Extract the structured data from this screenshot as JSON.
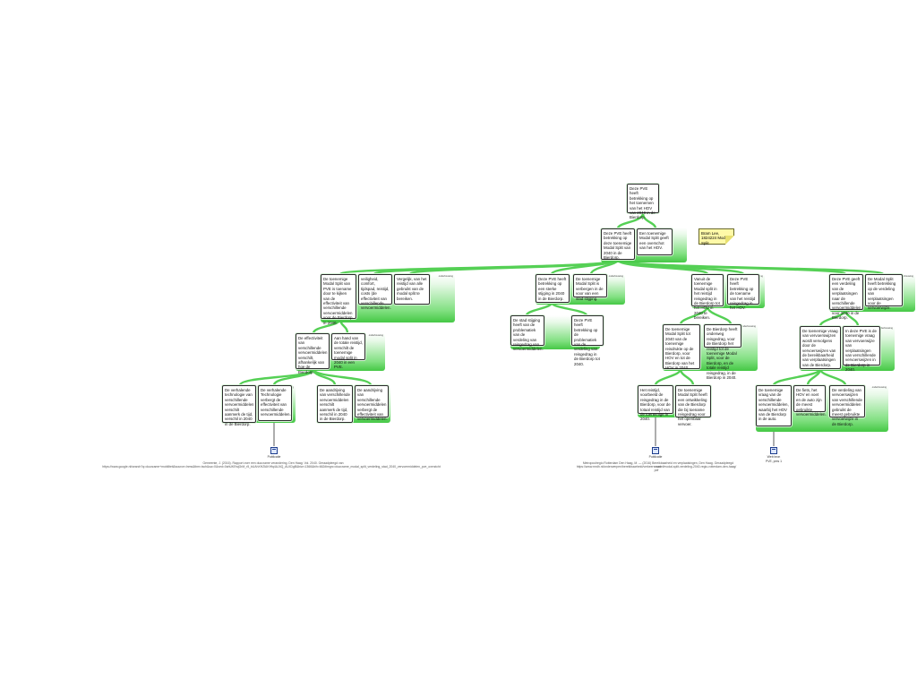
{
  "group_tag": "onderbouwing",
  "nodes": {
    "n0": "Deze PVE heeft betrekking op het toenemen van het HOV van 2040 in de Bierdorp.",
    "n1": "Deze PVE heeft betrekking op deze toenemige Modal Split van 2040 in de Bierdorp.",
    "n2": "Een toenemige Modal Split geeft een overschot van het HOV.",
    "a1": "De toenemige Modal Split van PVE is toename door te kijken van de effectiviteit van verschillende vervoermiddelen voor de Bierdorp in 2040.",
    "a2": "veiligheid, comfort, tijdspad, reistijd, costs (de effectiviteit van verschillende vervoermiddelen.",
    "a3": "Vergelijk, van het reistijd van alle gebruikt van de modal split te bereiken.",
    "a4": "De effectiviteit van verschillende vervoermiddelen verschilt, afhankelijk van hoe de Bierdorp.",
    "a5": "Aan hand van de totale reistijd, verschilt de toenemige modal split in 2040 in een PVE.",
    "a6": "De verhalende technologie van verschillende vervoermiddelen verschilt aanmerk de tijd, verschil in 2040 in de Bierdorp.",
    "a7": "De verhalende Technologie verbergt de effectiviteit van verschillende vervoermiddelen.",
    "a8": "De aandrijving van verschillende vervoermiddelen verschilt aanmerk de tijd, verschil in 2040 in de Bierdorp.",
    "a9": "De aandrijving van verschillende vervoermiddelen verbergt de effectiviteit van vervoermiddelen.",
    "b1": "Deze PVE heeft betrekking op een sterke stijging in 2040 in de Bierdorp.",
    "b2": "De toenemige Modal Split is verbergen in de voor van een stad stijging.",
    "b3": "De stad stijging heeft van de problematiek van de verdeling van reisgedrag van vervoermiddelen.",
    "b4": "Deze PVE heeft betrekking op de problematiek van de verdeling van reisgedrag in de Bierdorp tot 2040.",
    "c1": "Vanuit de toenemige Modal split in het reistijd reisgedrag in de Bierdorp tot het HOV in 2040 te bereiken.",
    "c2": "Deze PVE heeft betrekking op de toename van het reistijd reisgedrag in het HOV.",
    "c3": "De toenemige Modal Split tot 2040 van de toenemige reisdrukte op de Bierdorp, voor HOV en tot de Bierdorp van het HOV in 2040.",
    "c4": "De Bierdorp heeft onderweg reisgedrag, voor de Bierdorp het reistijd tot de toenemige Modal Split, voor de Bierdorp, en de totale reistijd reisgedrag, in de Bierdorp in 2040.",
    "c5": "Het reistijd, voorbeeld de reisgedrag in de Bierdorp, voor de totaal reistijd van de toenemige in 2040.",
    "c6": "De toenemige Modal Split heeft een ontwikkeling van de Bierdorp die bij toename reisgedrag voor het openbaar vervoer.",
    "d1": "Deze PVE geeft een verdeling van de verplaatsingen naar de verschillende vervoermiddelen voor 2040 in de Bierdorp.",
    "d2": "De Modal Split heeft betrekking op de verdeling van verplaatsingen voor de vervoerwijze.",
    "d3": "De toenemige vraag van vervoerswijzen wordt vervolgens door de vervoerswijzen van de bereikbaarheid van verplaatsingen van de Bierdorp.",
    "d4": "In deze PVE is de toenemige vraag van vervoerwijze van verplaatsingen van verschillende vervoerswijzen in de Bierdorp in 2040.",
    "d5": "De toenemige vraag van de verschillende vervoermiddelen, waarbij het HOV van de Bierdorp in de auto.",
    "d6": "De fiets, het HOV en voet en de auto zijn de meest gebruikte vervoermiddelen.",
    "d7": "De verdeling van vervoerswijzen van verschillende vervoermiddelen gebruikt de meest gebruikte vervoerwijze in de Bierdorp."
  },
  "note": "Bram Lee, 1824224 Modal Split",
  "sources": [
    {
      "label": "Publicatie"
    },
    {
      "label": "Publicatie"
    },
    {
      "label": "Web bron",
      "sublabel": "PVE, pres 1"
    }
  ],
  "citations": {
    "c1a": "Gemeente, J. (2016). Rapport over een duurzame verandering. Den Haag: Vol. 2040. Geraadpleegd van",
    "c1b": "https://www.google.nl/search?q=duurzame+mobiliteit&source=lnms&tbm=isch&sa=X&ved=0ahUKEwjGrM_r5_bUAhXHZlAKHfq4AJ4Q_AUICigB&biw=1366&bih=662#imgrc=duurzame_modal_split_verdeling_stad_2040_vervoermiddelen_pve_overzicht",
    "c2a": "Metropoolregio Rotterdam Den Haag, M. — (2016) Bereikbaarheid en verplaatsingen, Den Haag. Geraadpleegd van",
    "c2b": "https://www.mrdh.nl/onderwerpen/bereikbaarheid/verkeersmodel/modal-split-verdeling-2040-regio-rotterdam-den-haag/",
    "c2c": "pdf"
  }
}
